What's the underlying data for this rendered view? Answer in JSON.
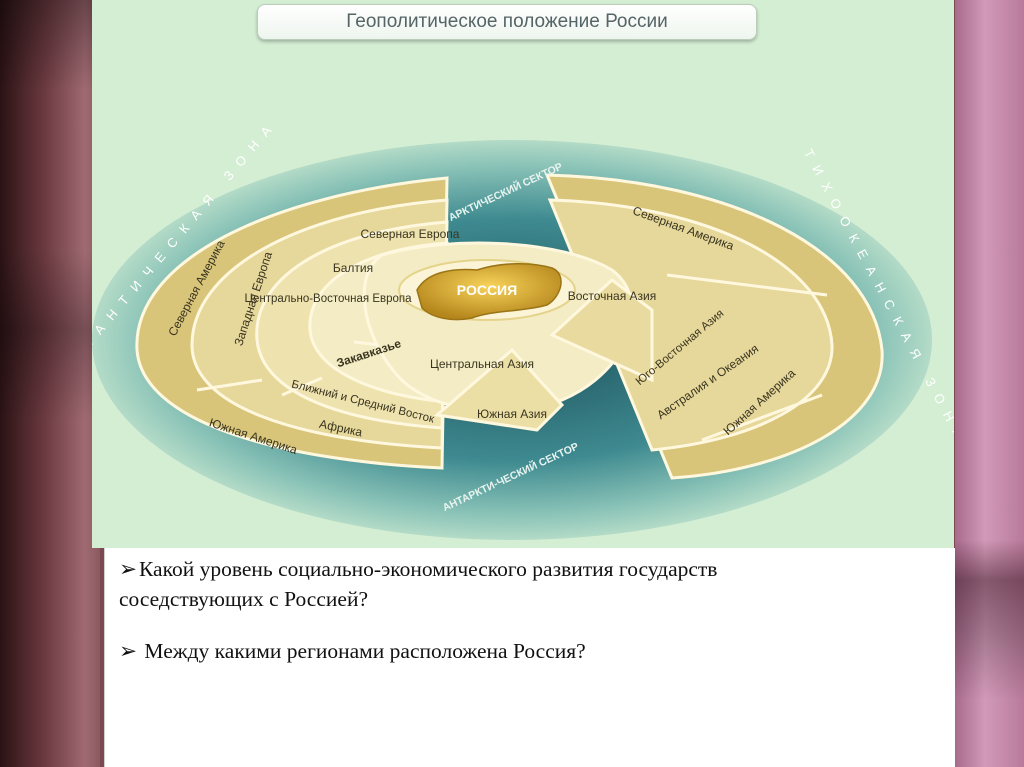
{
  "title": "Геополитическое положение России",
  "diagram": {
    "center": "РОССИЯ",
    "inner_regions": [
      "Северная Европа",
      "Балтия",
      "Центрально-Восточная Европа",
      "Закавказье",
      "Центральная Азия",
      "Восточная Азия"
    ],
    "middle_regions": [
      "Западная Европа",
      "Ближний и Средний Восток",
      "Южная Азия",
      "Юго-Восточная Азия",
      "Северная Америка"
    ],
    "outer_regions": [
      "Северная Америка",
      "Африка",
      "Южная Америка",
      "Австралия и Океания",
      "Южная Америка"
    ],
    "sectors": {
      "arctic": "АРКТИЧЕСКИЙ СЕКТОР",
      "antarctic": "АНТАРКТИ-ЧЕСКИЙ СЕКТОР"
    },
    "zones": {
      "atlantic": "АТЛАНТИЧЕСКАЯ ЗОНА",
      "pacific": "ТИХООКЕАНСКАЯ ЗОНА"
    }
  },
  "questions": {
    "q1_line1": "Какой уровень социально-экономического развития государств",
    "q1_line2": "соседствующих с Россией?",
    "q2": " Между какими регионами расположена Россия?",
    "bullet": "➢"
  },
  "colors": {
    "ring_light": "#f0e6b4",
    "ring_mid": "#e2d28c",
    "ring_dark": "#c9b464",
    "russia": "#d9a92c",
    "water": "#2f6f78"
  }
}
